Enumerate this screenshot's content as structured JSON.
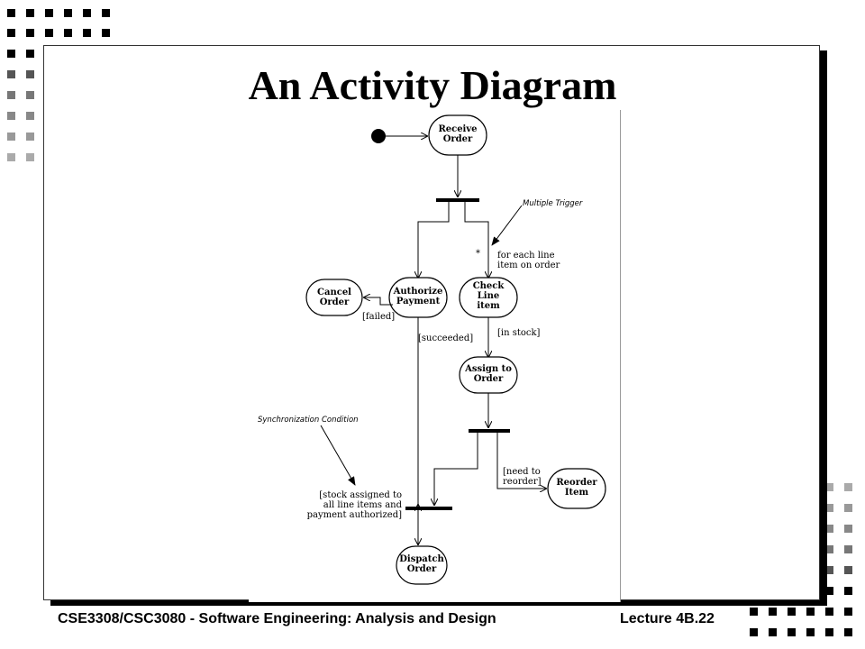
{
  "slide": {
    "title": "An Activity Diagram",
    "footer_left": "CSE3308/CSC3080 - Software Engineering: Analysis and Design",
    "footer_right": "Lecture 4B.22"
  },
  "diagram": {
    "activities": {
      "receive_order": [
        "Receive",
        "Order"
      ],
      "cancel_order": [
        "Cancel",
        "Order"
      ],
      "authorize_payment": [
        "Authorize",
        "Payment"
      ],
      "check_line_item": [
        "Check",
        "Line",
        "item"
      ],
      "assign_to_order": [
        "Assign to",
        "Order"
      ],
      "reorder_item": [
        "Reorder",
        "Item"
      ],
      "dispatch_order": [
        "Dispatch",
        "Order"
      ]
    },
    "guards": {
      "failed": "[failed]",
      "succeeded": "[succeeded]",
      "in_stock": "[in stock]",
      "need_to_reorder": [
        "[need to",
        "reorder]"
      ],
      "sync_condition": [
        "[stock assigned to",
        "all line items and",
        "payment authorized]"
      ],
      "for_each": [
        "for each line",
        "item on order"
      ],
      "multiplicity": "*"
    },
    "notes": {
      "multiple_trigger": "Multiple Trigger",
      "synchronization_condition": "Synchronization Condition"
    }
  }
}
